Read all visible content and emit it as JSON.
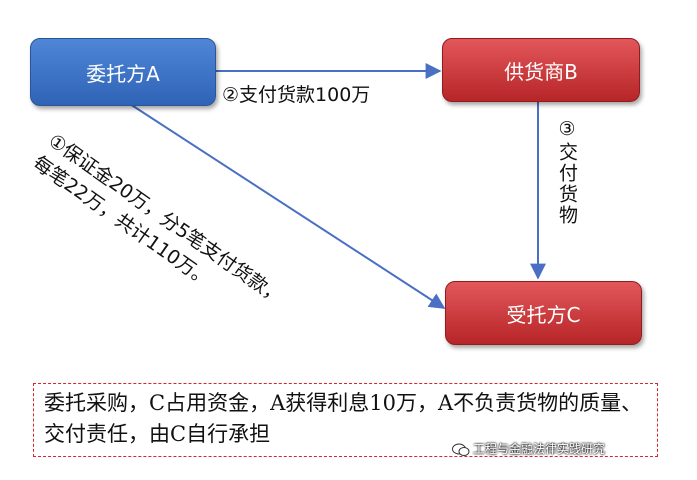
{
  "nodes": {
    "a": "委托方A",
    "b": "供货商B",
    "c": "受托方C"
  },
  "edges": {
    "a_to_b": "②支付货款100万",
    "b_to_c": "③交付货物",
    "a_to_c": "①保证金20万，分5笔支付货款，每笔22万，共计110万。"
  },
  "summary": "委托采购，C占用资金，A获得利息10万，A不负责货物的质量、交付责任，由C自行承担",
  "watermark": "工程与金融法律实践研究",
  "colors": {
    "blue": "#2f63b6",
    "red": "#b72528",
    "arrow": "#4a6fc3",
    "dashed_border": "#d9252b"
  }
}
